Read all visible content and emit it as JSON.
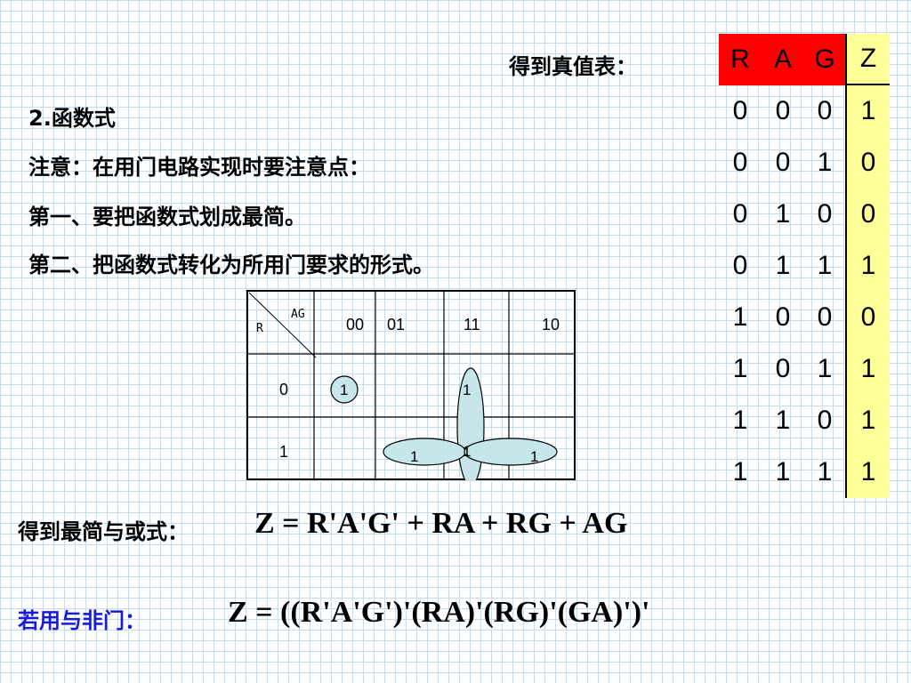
{
  "slide": {
    "truth_table_title": "得到真值表：",
    "section_heading": "2.函数式",
    "note_line": "注意：在用门电路实现时要注意点：",
    "step_one": "第一、要把函数式划成最简。",
    "step_two": "第二、把函数式转化为所用门要求的形式。",
    "result_label": "得到最简与或式：",
    "result_expression": "Z = R'A'G' + RA + RG + AG",
    "nand_label": "若用与非门：",
    "nand_expression": "Z = ((R'A'G')'(RA)'(RG)'(GA)')'"
  },
  "truth_table": {
    "headers": [
      "R",
      "A",
      "G",
      "Z"
    ],
    "rows": [
      [
        "0",
        "0",
        "0",
        "1"
      ],
      [
        "0",
        "0",
        "1",
        "0"
      ],
      [
        "0",
        "1",
        "0",
        "0"
      ],
      [
        "0",
        "1",
        "1",
        "1"
      ],
      [
        "1",
        "0",
        "0",
        "0"
      ],
      [
        "1",
        "0",
        "1",
        "1"
      ],
      [
        "1",
        "1",
        "0",
        "1"
      ],
      [
        "1",
        "1",
        "1",
        "1"
      ]
    ],
    "colors": {
      "input_header": "#ff0000",
      "output_column": "#ffff99",
      "group_fill": "#c7e6ea"
    }
  },
  "kmap": {
    "row_variable": "R",
    "column_variable": "AG",
    "column_labels": [
      "00",
      "01",
      "11",
      "10"
    ],
    "row_labels": [
      "0",
      "1"
    ],
    "cells": [
      [
        "1",
        "",
        "1",
        ""
      ],
      [
        "",
        "1",
        "1",
        "1"
      ]
    ]
  }
}
